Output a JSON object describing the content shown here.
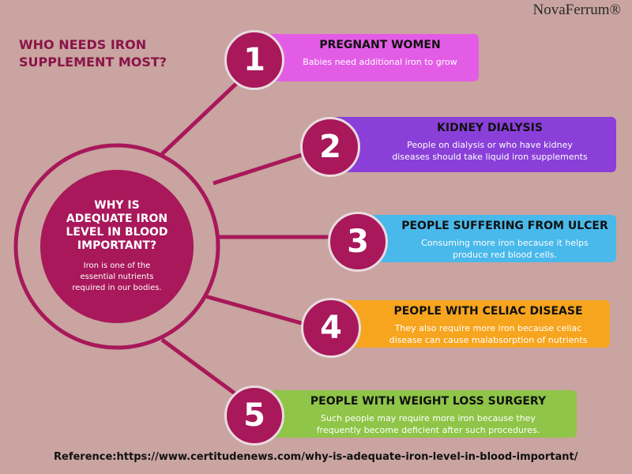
{
  "brand": "NovaFerrum®",
  "main_question": "WHO NEEDS IRON\nSUPPLEMENT MOST?",
  "center": {
    "title": "WHY IS\nADEQUATE IRON\nLEVEL IN BLOOD\nIMPORTANT?",
    "description": "Iron is one of the\nessential nutrients\nrequired in our bodies."
  },
  "items": [
    {
      "number": "1",
      "title": "PREGNANT WOMEN",
      "description": "Babies need additional iron to grow",
      "color": "#e35ce6"
    },
    {
      "number": "2",
      "title": "KIDNEY DIALYSIS",
      "description": "People on dialysis or who have kidney\ndiseases should take liquid iron supplements",
      "color": "#8a3fd9"
    },
    {
      "number": "3",
      "title": "PEOPLE SUFFERING FROM ULCER",
      "description": "Consuming more iron because it helps\nproduce red blood cells.",
      "color": "#49b8ea"
    },
    {
      "number": "4",
      "title": "PEOPLE WITH CELIAC DISEASE",
      "description": "They also require more iron because celiac\ndisease can cause malabsorption of nutrients",
      "color": "#f7a51f"
    },
    {
      "number": "5",
      "title": "PEOPLE WITH WEIGHT LOSS SURGERY",
      "description": "Such people may require more iron because they\nfrequently become deficient after such procedures.",
      "color": "#8fc548"
    }
  ],
  "reference": "Reference:https://www.certitudenews.com/why-is-adequate-iron-level-in-blood-important/",
  "colors": {
    "background": "#c9a4a0",
    "accent": "#a8185a",
    "ring": "#a8185a",
    "heading": "#8a1448"
  }
}
